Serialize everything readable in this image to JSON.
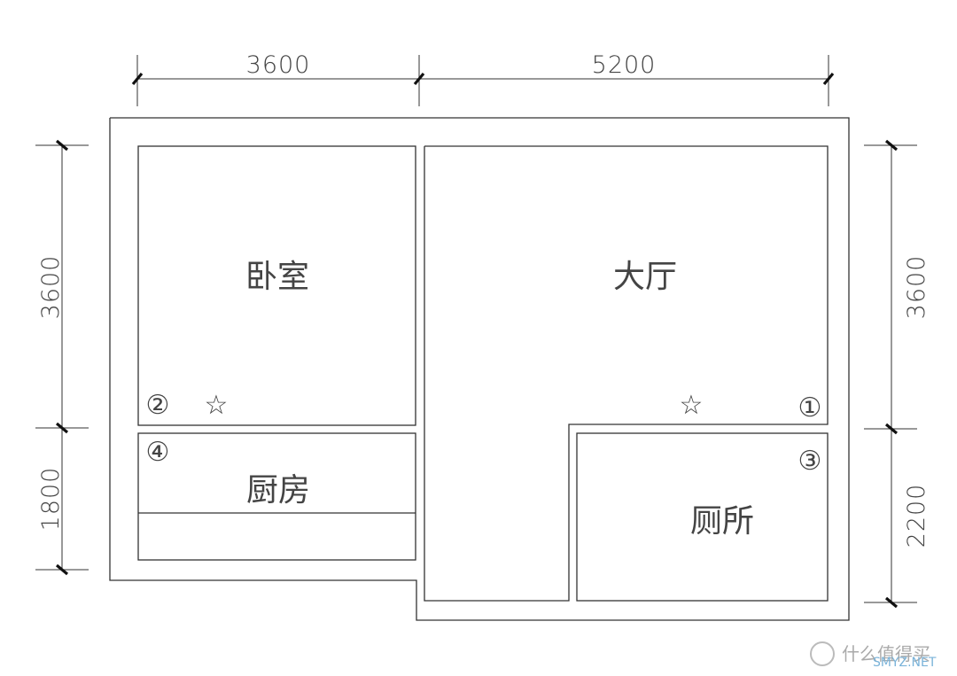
{
  "dimensions": {
    "top": [
      "3600",
      "5200"
    ],
    "left": [
      "3600",
      "1800"
    ],
    "right": [
      "3600",
      "2200"
    ]
  },
  "rooms": {
    "bedroom": "卧室",
    "living": "大厅",
    "kitchen": "厨房",
    "toilet": "厕所"
  },
  "markers": {
    "m1": "①",
    "m2": "②",
    "m3": "③",
    "m4": "④",
    "star": "☆"
  },
  "watermark": {
    "text": "什么值得买",
    "sub": "SMYZ.NET"
  }
}
